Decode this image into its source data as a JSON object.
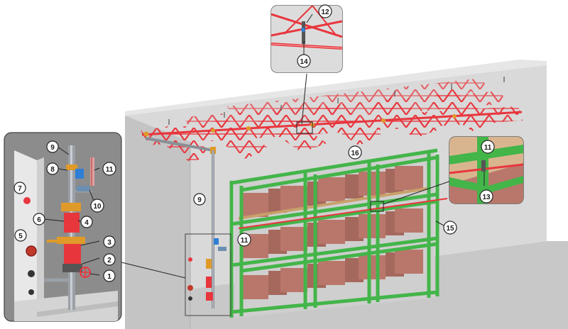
{
  "callouts": {
    "c1": "1",
    "c2": "2",
    "c3": "3",
    "c4": "4",
    "c5": "5",
    "c6": "6",
    "c7": "7",
    "c8": "8",
    "c9a": "9",
    "c9b": "9",
    "c10": "10",
    "c11a": "11",
    "c11b": "11",
    "c11c": "11",
    "c12": "12",
    "c13": "13",
    "c14": "14",
    "c15": "15",
    "c16": "16"
  },
  "colors": {
    "sprinkler_pipe": "#e8363d",
    "rack_frame": "#43b549",
    "box": "#b9776b",
    "wall": "#d9d9d9",
    "riser": "#8a8f96",
    "valve_brass": "#e09a2a",
    "panel_bg": "#8c8c8c"
  }
}
